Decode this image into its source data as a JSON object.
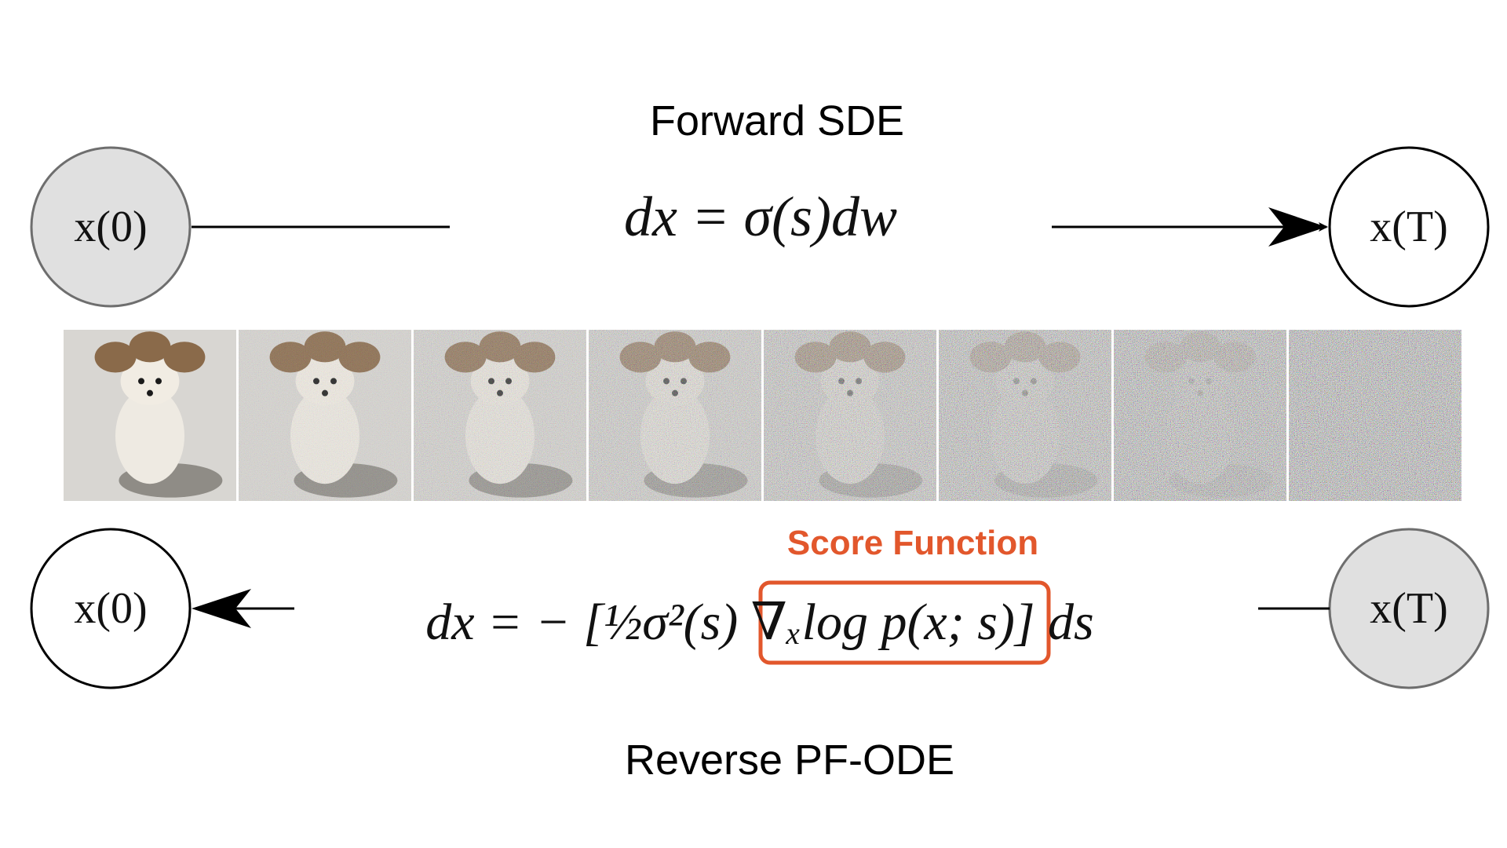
{
  "title_top": "Forward SDE",
  "title_bottom": "Reverse PF-ODE",
  "score_label": "Score Function",
  "nodes": {
    "x0": "x(0)",
    "xT": "x(T)"
  },
  "forward_equation": "dx = σ(s)dw",
  "reverse_equation": "dx = − [½σ²(s) ∇ₓlog p(x; s)] ds",
  "noise_levels": [
    0,
    0.18,
    0.34,
    0.5,
    0.68,
    0.82,
    0.92,
    1.0
  ],
  "colors": {
    "node_fill_gray": "#e0e0e0",
    "node_stroke": "#000000",
    "node_stroke_gray": "#6e6e6e",
    "score_accent": "#e2572c",
    "background": "#ffffff"
  }
}
